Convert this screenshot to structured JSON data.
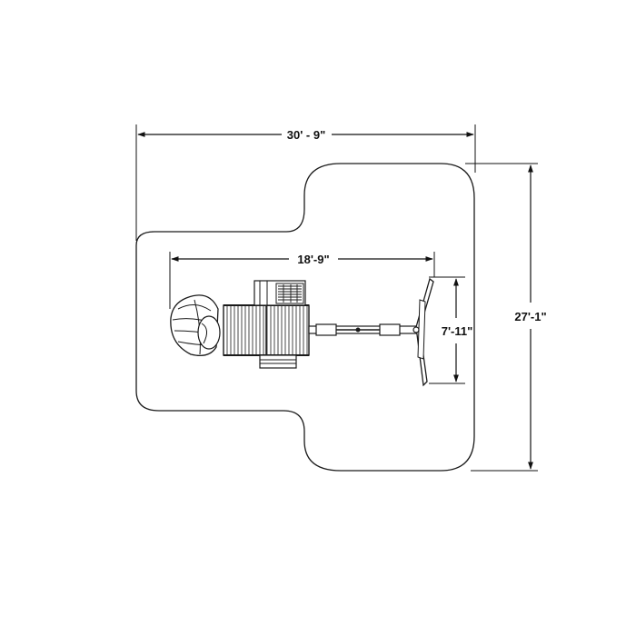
{
  "dimensions": {
    "overall_width": "30' - 9\"",
    "overall_depth": "27'-1\"",
    "set_length": "18'-9\"",
    "swing_width": "7'-11\""
  },
  "colors": {
    "line": "#1a1a1a",
    "dimension_line": "#111111",
    "background": "#ffffff"
  }
}
